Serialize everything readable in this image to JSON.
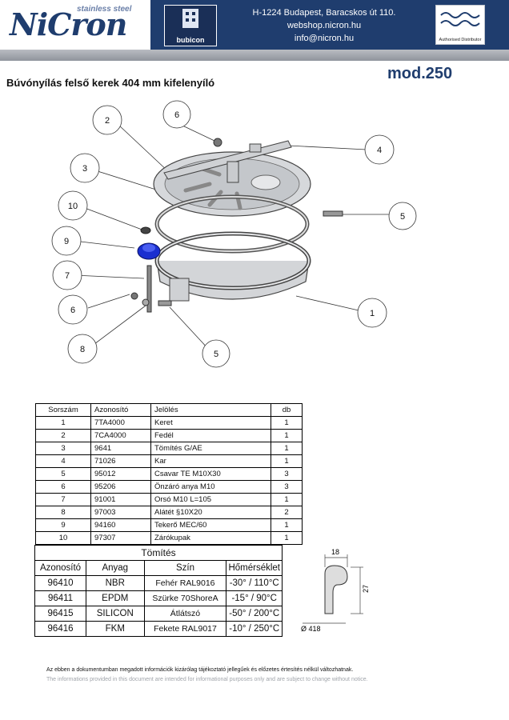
{
  "header": {
    "logo": "NiCron",
    "logo_sub": "stainless steel",
    "partner_logo": "bubicon",
    "address": "H-1224 Budapest, Baracskos út 110.",
    "web": "webshop.nicron.hu",
    "email": "info@nicron.hu",
    "authorized": "Authorised Distributor"
  },
  "doc": {
    "title": "Búvónyílás felső kerek 404 mm kifelenyíló",
    "model": "mod.250"
  },
  "callouts": [
    "2",
    "6",
    "4",
    "3",
    "10",
    "5",
    "9",
    "7",
    "6",
    "1",
    "8",
    "5"
  ],
  "parts": {
    "headers": [
      "Sorszám",
      "Azonosító",
      "Jelölés",
      "db"
    ],
    "rows": [
      [
        "1",
        "7TA4000",
        "Keret",
        "1"
      ],
      [
        "2",
        "7CA4000",
        "Fedél",
        "1"
      ],
      [
        "3",
        "9641",
        "Tömítés G/AE",
        "1"
      ],
      [
        "4",
        "71026",
        "Kar",
        "1"
      ],
      [
        "5",
        "95012",
        "Csavar TE M10X30",
        "3"
      ],
      [
        "6",
        "95206",
        "Önzáró anya M10",
        "3"
      ],
      [
        "7",
        "91001",
        "Orsó M10 L=105",
        "1"
      ],
      [
        "8",
        "97003",
        "Alátét §10X20",
        "2"
      ],
      [
        "9",
        "94160",
        "Tekerő MEC/60",
        "1"
      ],
      [
        "10",
        "97307",
        "Zárókupak",
        "1"
      ]
    ]
  },
  "seal": {
    "caption": "Tömítés",
    "headers": [
      "Azonosító",
      "Anyag",
      "Szín",
      "Hőmérséklet"
    ],
    "rows": [
      [
        "96410",
        "NBR",
        "Fehér RAL9016",
        "-30° / 110°C"
      ],
      [
        "96411",
        "EPDM",
        "Szürke 70ShoreA",
        "-15° / 90°C"
      ],
      [
        "96415",
        "SILICON",
        "Átlátszó",
        "-50° / 200°C"
      ],
      [
        "96416",
        "FKM",
        "Fekete RAL9017",
        "-10° / 250°C"
      ]
    ]
  },
  "profile": {
    "width": "18",
    "height": "27",
    "diameter": "Ø 418"
  },
  "footer": {
    "hu": "Az ebben a dokumentumban megadott információk kizárólag tájékoztató jellegűek és előzetes értesítés nélkül változhatnak.",
    "en": "The informations provided in this document are intended for informational purposes only and are subject to change without notice."
  },
  "colors": {
    "brand": "#1f3d6e",
    "knob": "#1a2fd0"
  }
}
